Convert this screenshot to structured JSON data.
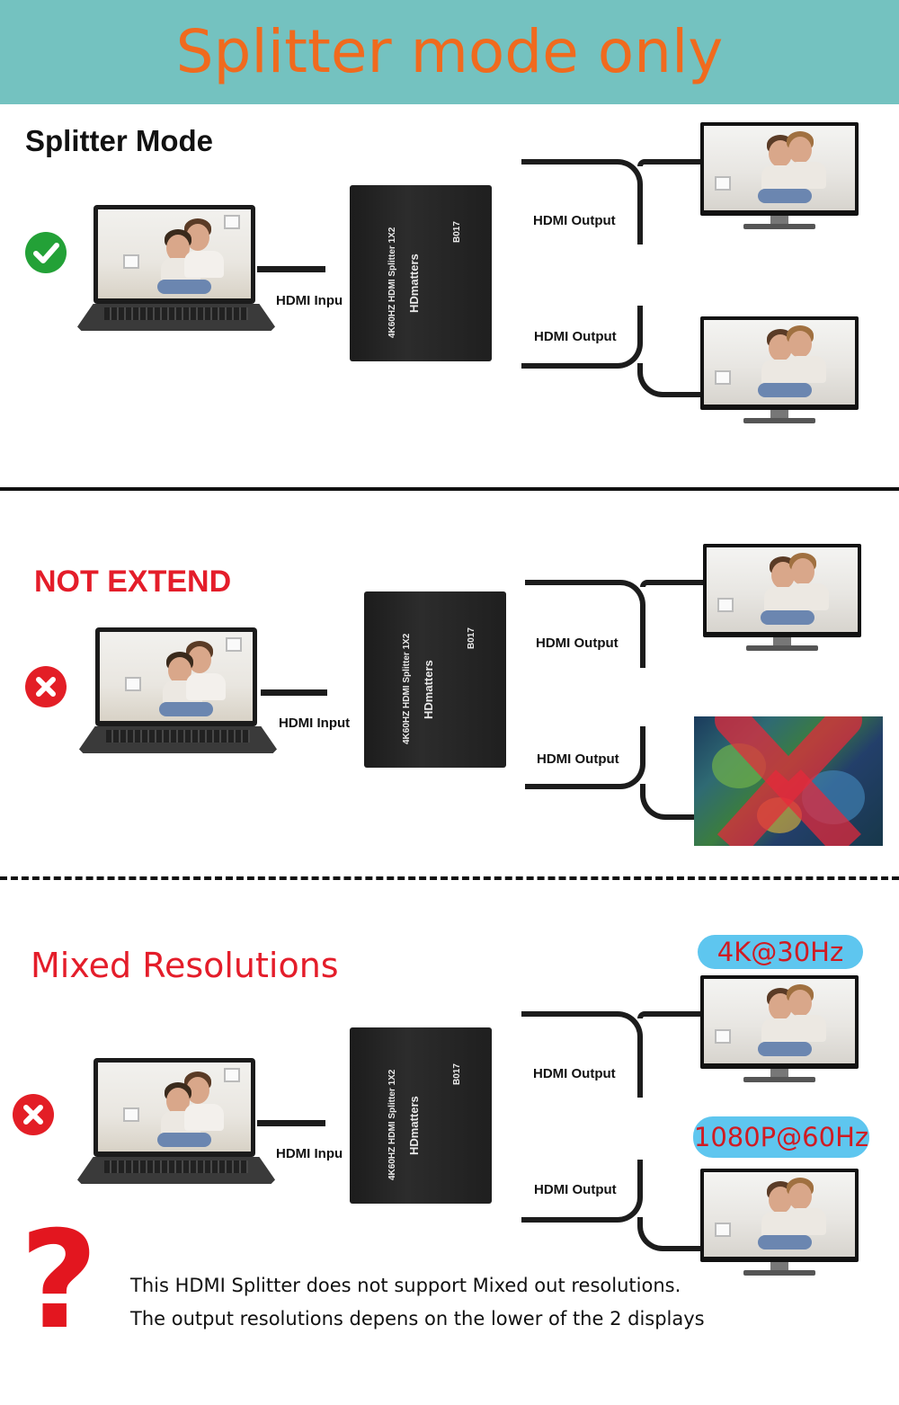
{
  "banner": {
    "title": "Splitter mode only"
  },
  "sections": [
    {
      "title": "Splitter Mode",
      "status": "check-icon"
    },
    {
      "title": "NOT EXTEND",
      "status": "cross-icon"
    },
    {
      "title": "Mixed Resolutions",
      "status": "cross-icon"
    }
  ],
  "device": {
    "model": "B017",
    "brand": "HDmatters",
    "spec": "4K60HZ HDMI Splitter 1X2"
  },
  "labels": {
    "input_cut": "HDMI Inpu",
    "input_full": "HDMI Input",
    "output": "HDMI Output"
  },
  "resolutions": {
    "top": "4K@30Hz",
    "bottom": "1080P@60Hz"
  },
  "note": {
    "line1": "This HDMI Splitter does not support Mixed out resolutions.",
    "line2": "The output resolutions depens on the lower of the 2 displays"
  },
  "colors": {
    "banner_bg": "#74c2c0",
    "banner_text": "#f06a1e",
    "red": "#e41d2a",
    "green": "#23a137",
    "pill": "#5ec6ef"
  }
}
